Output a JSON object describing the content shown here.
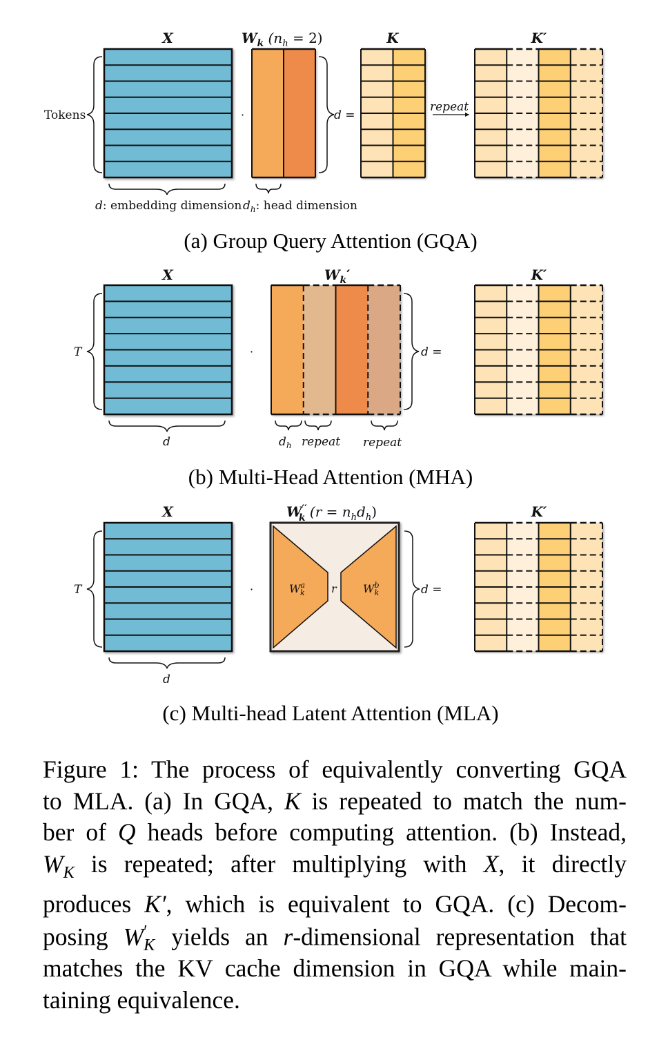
{
  "colors": {
    "x_blue": "#72BBD4",
    "w_orange_light": "#F5AA5A",
    "w_orange_dark": "#EF8B4A",
    "w_repeat_light": "#E2B98F",
    "w_repeat_dark": "#DBA886",
    "k_light": "#FDE3B5",
    "k_dark": "#FDD076",
    "k_repeat_light": "#FEF0DA",
    "latent_bg": "#F5ECE3",
    "stroke": "#111111"
  },
  "panel_a": {
    "x_title": "X",
    "w_title_main": "W",
    "w_title_sub": "k",
    "w_title_rest": " (n",
    "w_title_rest_sub": "h",
    "w_title_end": " = 2)",
    "k_title": "K",
    "kp_title": "K′",
    "tokens_label": "Tokens",
    "d_eq": "d =",
    "repeat_label": "repeat",
    "dot": "·",
    "embed_label_var": "d",
    "embed_label_text": ": embedding dimension",
    "head_label_var": "d",
    "head_label_sub": "h",
    "head_label_text": ": head dimension",
    "sub_caption": "(a) Group Query Attention (GQA)"
  },
  "panel_b": {
    "x_title": "X",
    "w_title_main": "W",
    "w_title_sub": "k",
    "w_title_prime": "′",
    "kp_title": "K′",
    "t_label": "T",
    "d_eq": "d  =",
    "dot": "·",
    "d_label": "d",
    "dh_var": "d",
    "dh_sub": "h",
    "repeat_label_1": "repeat",
    "repeat_label_2": "repeat",
    "sub_caption": "(b) Multi-Head Attention (MHA)"
  },
  "panel_c": {
    "x_title": "X",
    "w_title_main": "W",
    "w_title_sup": "′′",
    "w_title_sub": "k",
    "w_title_rest": " (r = n",
    "w_title_rest_sub1": "h",
    "w_title_rest_mid": "d",
    "w_title_rest_sub2": "h",
    "w_title_end": ")",
    "kp_title": "K′",
    "t_label": "T",
    "d_eq": "d  =",
    "dot": "·",
    "d_label": "d",
    "wa_main": "W",
    "wa_sup": "a",
    "wa_sub": "k",
    "wb_main": "W",
    "wb_sup": "b",
    "wb_sub": "k",
    "r_label": "r",
    "sub_caption": "(c) Multi-head Latent Attention (MLA)"
  },
  "caption": {
    "lines": [
      [
        "Figure 1: The process of equivalently converting GQA"
      ],
      [
        "to MLA. (a) In GQA, ",
        {
          "i": "K"
        },
        " is repeated to match the num-"
      ],
      [
        "ber of ",
        {
          "i": "Q"
        },
        " heads before computing attention. (b) Instead,"
      ],
      [
        {
          "i": "W"
        },
        {
          "sub": "K"
        },
        " is repeated; after multiplying with ",
        {
          "i": "X"
        },
        ", it directly"
      ],
      [
        "produces ",
        {
          "i": "K′"
        },
        ", which is equivalent to GQA. (c) Decom-"
      ],
      [
        "posing ",
        {
          "i": "W"
        },
        {
          "subsup": [
            "K",
            "′"
          ]
        },
        " yields an ",
        {
          "i": "r"
        },
        "-dimensional representation that"
      ],
      [
        "matches the KV cache dimension in GQA while main-"
      ],
      [
        "taining equivalence."
      ]
    ]
  }
}
